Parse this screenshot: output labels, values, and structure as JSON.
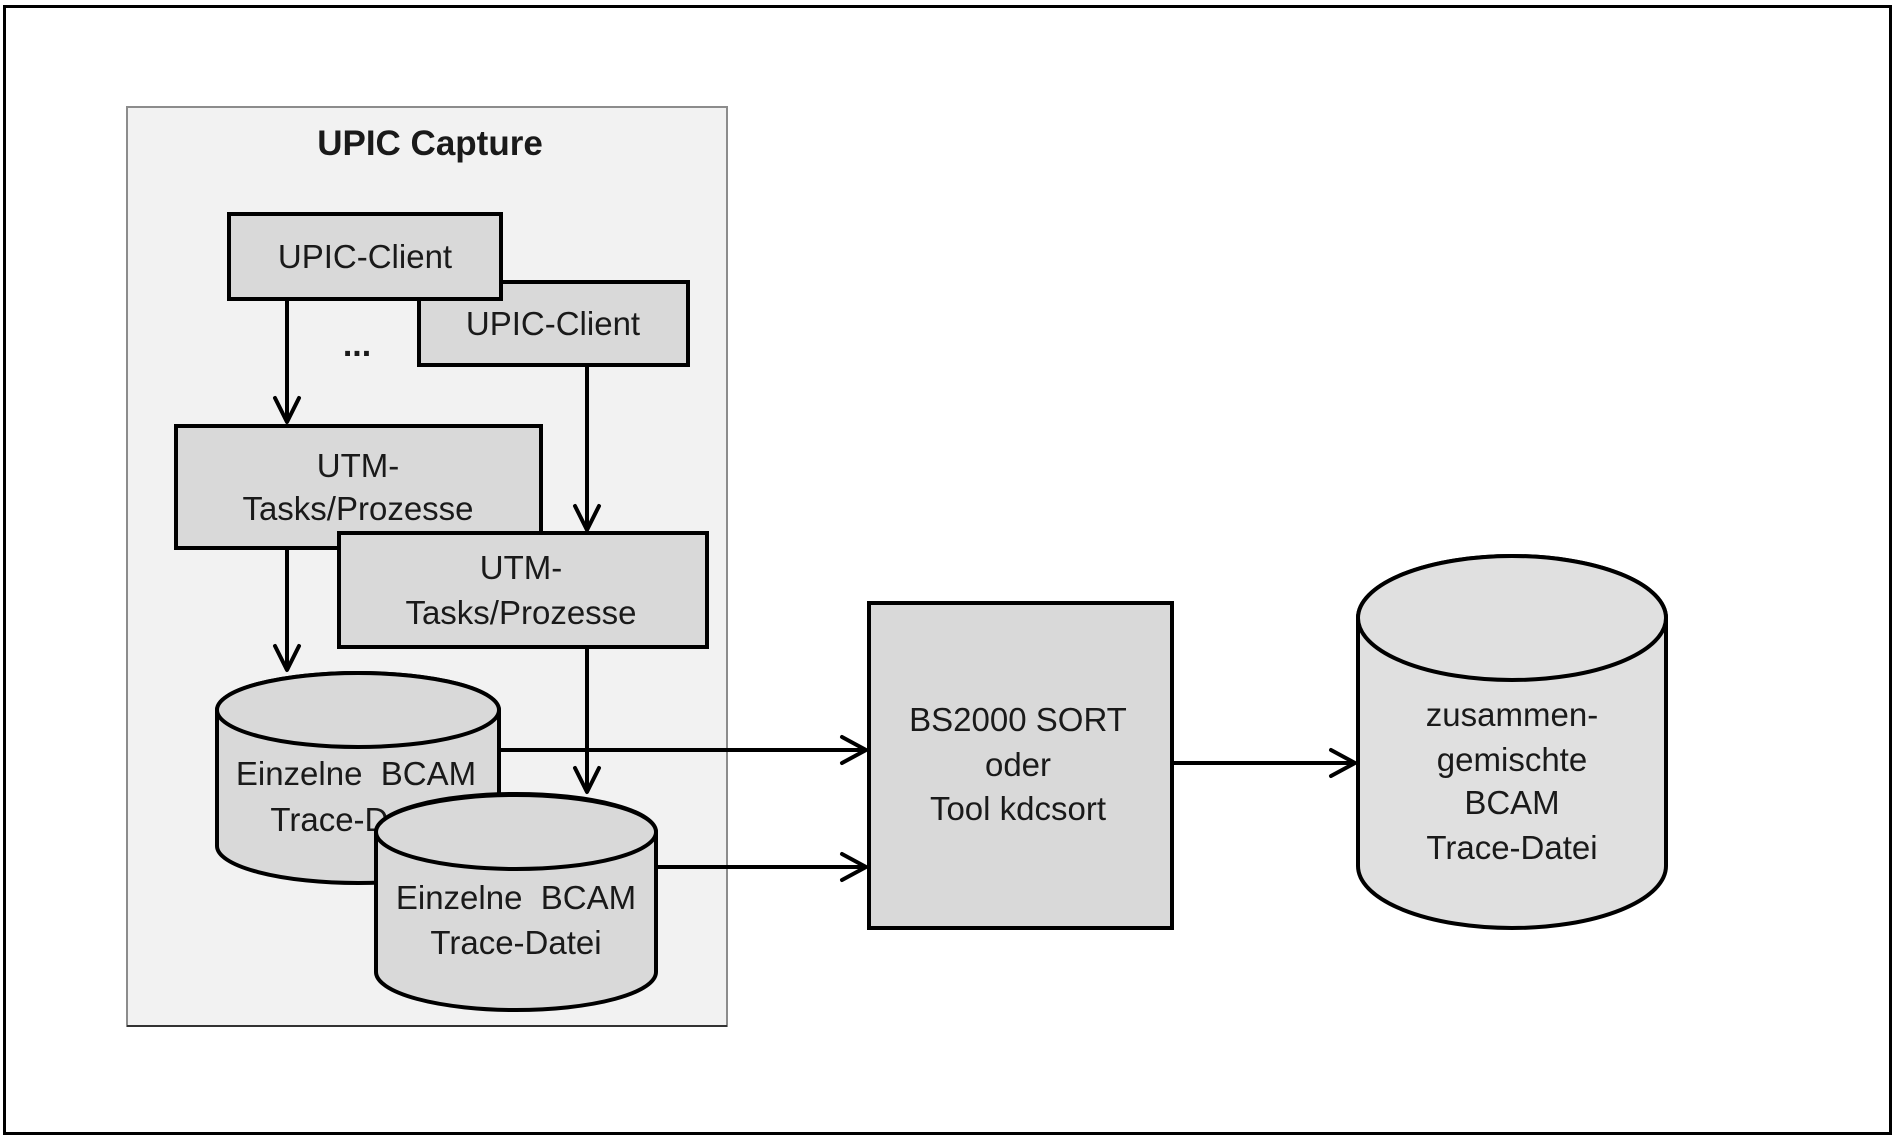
{
  "diagram": {
    "group": {
      "title": "UPIC Capture",
      "ellipsis": "..."
    },
    "nodes": {
      "upic_client_1": {
        "label": "UPIC-Client",
        "shape": "box"
      },
      "upic_client_2": {
        "label": "UPIC-Client",
        "shape": "box"
      },
      "utm_tasks_1": {
        "lines": [
          "UTM-",
          "Tasks/Prozesse"
        ],
        "shape": "box"
      },
      "utm_tasks_2": {
        "lines": [
          "UTM-",
          "Tasks/Prozesse"
        ],
        "shape": "box"
      },
      "trace_file_1": {
        "lines": [
          "Einzelne  BCAM",
          "Trace-Datei"
        ],
        "visible_lines": [
          "Einzelne  BCAM",
          "Trace-D"
        ],
        "shape": "cylinder"
      },
      "trace_file_2": {
        "lines": [
          "Einzelne  BCAM",
          "Trace-Datei"
        ],
        "shape": "cylinder"
      },
      "sort": {
        "lines": [
          "BS2000 SORT",
          "oder",
          "Tool kdcsort"
        ],
        "shape": "box"
      },
      "merged_file": {
        "lines": [
          "zusammen-",
          "gemischte",
          "BCAM",
          "Trace-Datei"
        ],
        "shape": "cylinder"
      }
    },
    "edges": [
      {
        "from": "upic_client_1",
        "to": "utm_tasks_1"
      },
      {
        "from": "upic_client_2",
        "to": "utm_tasks_2"
      },
      {
        "from": "utm_tasks_1",
        "to": "trace_file_1"
      },
      {
        "from": "utm_tasks_2",
        "to": "trace_file_2"
      },
      {
        "from": "trace_file_1",
        "to": "sort"
      },
      {
        "from": "trace_file_2",
        "to": "sort"
      },
      {
        "from": "sort",
        "to": "merged_file"
      }
    ],
    "colors": {
      "frame_border": "#000000",
      "group_fill": "#f2f2f2",
      "group_border": "#8c8c8c",
      "box_fill": "#d9d9d9",
      "merged_fill": "#e0e0e0",
      "stroke": "#000000"
    }
  }
}
